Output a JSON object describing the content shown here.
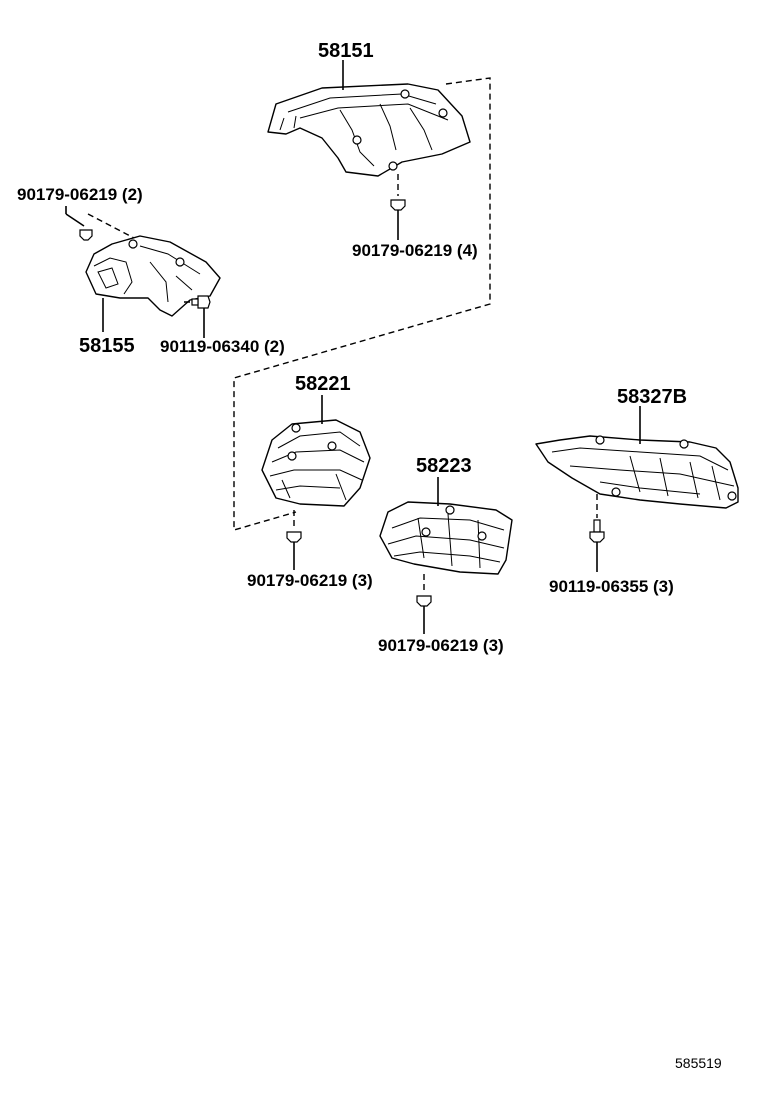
{
  "parts": {
    "p58151": "58151",
    "p58155": "58155",
    "p58221": "58221",
    "p58223": "58223",
    "p58327b": "58327B"
  },
  "fasteners": {
    "nut_58155": "90179-06219 (2)",
    "bolt_58155": "90119-06340 (2)",
    "nut_58151": "90179-06219 (4)",
    "nut_58221": "90179-06219 (3)",
    "nut_58223": "90179-06219 (3)",
    "bolt_58327b": "90119-06355 (3)"
  },
  "reference_code": "585519"
}
